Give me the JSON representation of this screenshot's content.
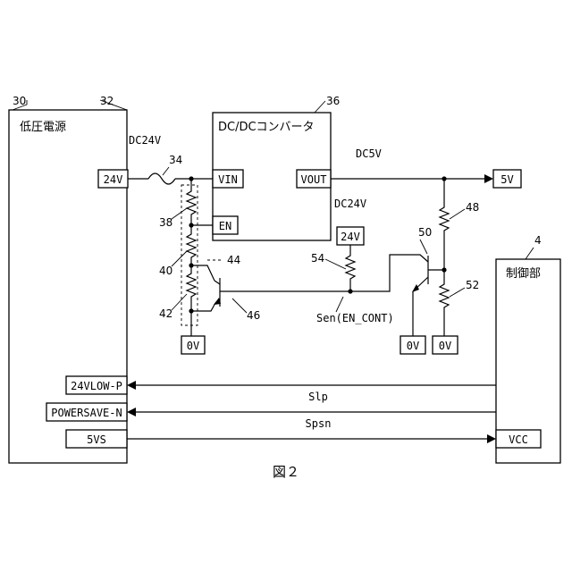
{
  "figure": {
    "caption": "図２",
    "blocks": {
      "low_voltage_power": {
        "ref": "30",
        "ref2": "32",
        "title": "低圧電源"
      },
      "dcdc": {
        "ref": "36",
        "title": "DC/DCコンバータ"
      },
      "controller": {
        "ref": "4",
        "title": "制御部"
      }
    },
    "ports": {
      "p24v": "24V",
      "vin": "VIN",
      "en": "EN",
      "vout": "VOUT",
      "out5v": "5V",
      "dc24v_src": "24V",
      "low24": "24VLOW-P",
      "powersave": "POWERSAVE-N",
      "vs5": "5VS",
      "vcc": "VCC",
      "gnd1": "0V",
      "gnd2": "0V",
      "gnd3": "0V"
    },
    "net_labels": {
      "dc24v_a": "DC24V",
      "dc24v_b": "DC24V",
      "dc5v": "DC5V",
      "sen": "Sen(EN_CONT)",
      "slp": "Slp",
      "spsn": "Spsn"
    },
    "refs": {
      "r34": "34",
      "r38": "38",
      "r40": "40",
      "r42": "42",
      "r44": "44",
      "r46": "46",
      "r48": "48",
      "r50": "50",
      "r52": "52",
      "r54": "54"
    }
  }
}
